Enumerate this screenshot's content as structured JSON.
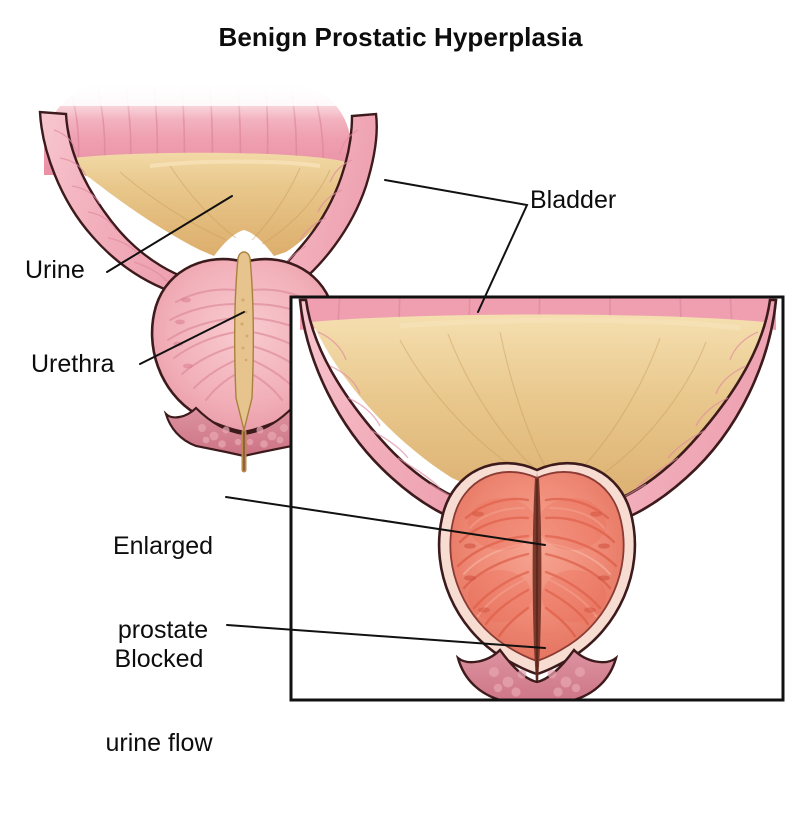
{
  "figure": {
    "title": "Benign Prostatic Hyperplasia",
    "type": "medical-anatomical-illustration",
    "subject": "male urinary bladder and prostate cross-section",
    "panels": [
      {
        "name": "main-panel",
        "description": "normal bladder with urine, open urethra through prostate"
      },
      {
        "name": "inset-panel",
        "description": "magnified view showing enlarged prostate compressing the urethra"
      }
    ]
  },
  "labels": [
    {
      "id": "bladder",
      "text": "Bladder",
      "lines": [
        "Bladder"
      ]
    },
    {
      "id": "urine",
      "text": "Urine",
      "lines": [
        "Urine"
      ]
    },
    {
      "id": "urethra",
      "text": "Urethra",
      "lines": [
        "Urethra"
      ]
    },
    {
      "id": "enlarged",
      "text": "Enlarged prostate",
      "lines": [
        "Enlarged",
        "prostate"
      ]
    },
    {
      "id": "blocked",
      "text": "Blocked urine flow",
      "lines": [
        "Blocked",
        "urine flow"
      ]
    }
  ],
  "colors": {
    "background": "#ffffff",
    "title_text": "#0d0d0d",
    "label_text": "#0d0d0d",
    "leader_line": "#111111",
    "inset_border": "#111111",
    "bladder_wall_pink": "#f2aebb",
    "bladder_mucosa_pink": "#ef9fb0",
    "bladder_rugae": "#e58ba1",
    "urine_tan": "#e4bd7e",
    "urine_tan_light": "#f4dcae",
    "prostate_normal_pink": "#f3b3bc",
    "prostate_enlarged_salmon": "#f08a78",
    "prostate_enlarged_deep": "#e2644f",
    "sphincter_mauve": "#d98494",
    "outline_dark": "#3d1a1c",
    "outline_cream": "#f7e9d8"
  }
}
